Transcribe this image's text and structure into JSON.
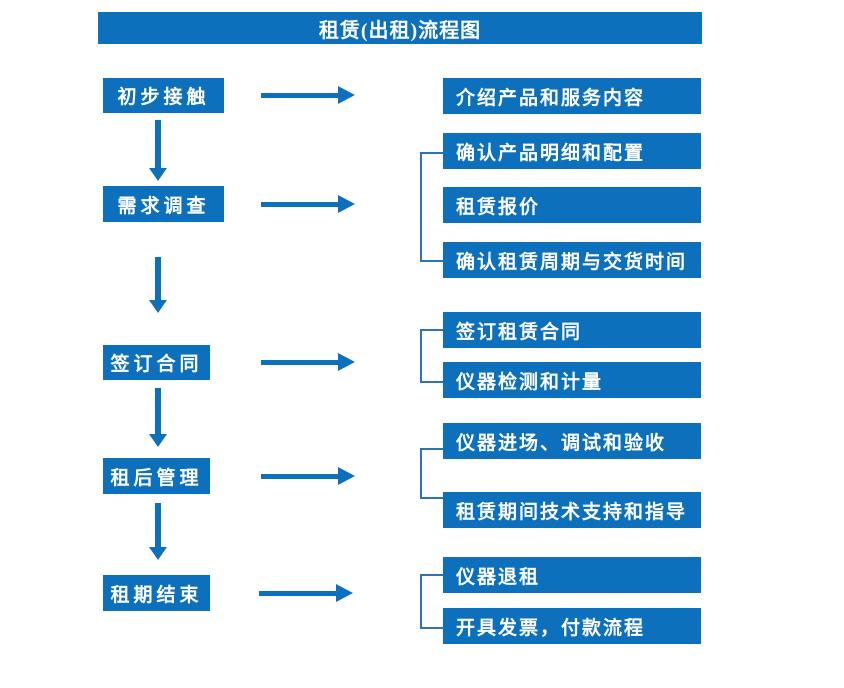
{
  "title": "租赁(出租)流程图",
  "colors": {
    "box_blue": "#0D70BC",
    "arrow_blue": "#0D70BC",
    "bracket_blue": "#2E74B5",
    "box_text": "#FFFFFF",
    "background": "#FFFFFF"
  },
  "stages": [
    {
      "label": "初步接触"
    },
    {
      "label": "需求调查"
    },
    {
      "label": "签订合同"
    },
    {
      "label": "租后管理"
    },
    {
      "label": "租期结束"
    }
  ],
  "details": [
    {
      "label": "介绍产品和服务内容"
    },
    {
      "label": "确认产品明细和配置"
    },
    {
      "label": "租赁报价"
    },
    {
      "label": "确认租赁周期与交货时间"
    },
    {
      "label": "签订租赁合同"
    },
    {
      "label": "仪器检测和计量"
    },
    {
      "label": "仪器进场、调试和验收"
    },
    {
      "label": "租赁期间技术支持和指导"
    },
    {
      "label": "仪器退租"
    },
    {
      "label": "开具发票，付款流程"
    }
  ]
}
